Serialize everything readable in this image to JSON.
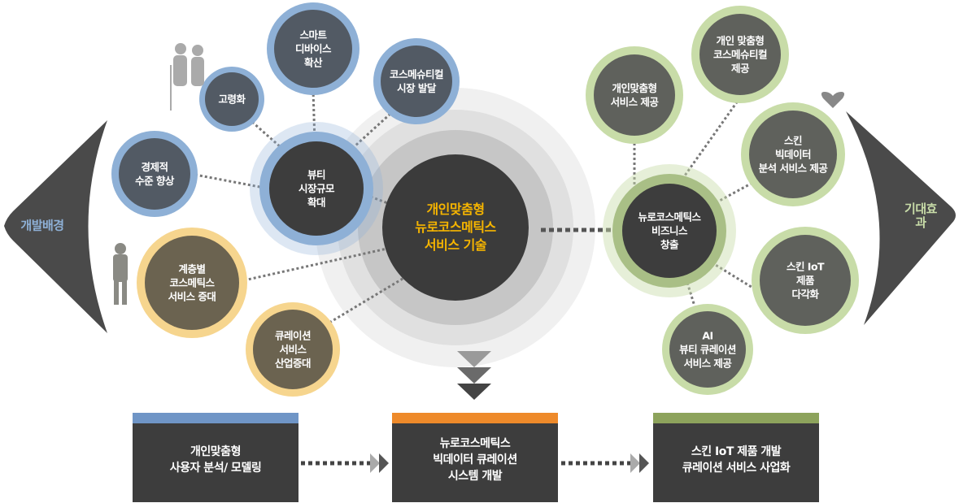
{
  "colors": {
    "blue": "#8eb0d6",
    "yellow": "#f6d58e",
    "green": "#c8dca8",
    "dark": "#3d3d3d",
    "gold": "#f5b400"
  },
  "left_label": "개발배경",
  "right_label": "기대효과",
  "center": "개인맞춤형\n뉴로코스메틱스\n서비스 기술",
  "background": {
    "hub": "뷰티\n시장규모\n확대",
    "items": [
      "스마트\n디바이스\n확산",
      "고령화",
      "코스메슈티컬\n시장 발달",
      "경제적\n수준 향상"
    ],
    "service": [
      "계층별\n코스메틱스\n서비스 증대",
      "큐레이션\n서비스\n산업증대"
    ]
  },
  "effects": {
    "hub": "뉴로코스메틱스\n비즈니스\n창출",
    "items": [
      "개인맞춤형\n서비스 제공",
      "개인 맞춤형\n코스메슈티컬\n제공",
      "스킨\n빅데이터\n분석 서비스 제공",
      "스킨 IoT\n제품\n다각화",
      "AI\n뷰티 큐레이션\n서비스 제공"
    ]
  },
  "steps": [
    {
      "label": "개인맞춤형\n사용자 분석/ 모델링",
      "color": "#6f95c6"
    },
    {
      "label": "뉴로코스메틱스\n빅데이터 큐레이션\n시스템 개발",
      "color": "#ee8a2a"
    },
    {
      "label": "스킨 IoT 제품 개발\n큐레이션 서비스 사업화",
      "color": "#8da35c"
    }
  ]
}
